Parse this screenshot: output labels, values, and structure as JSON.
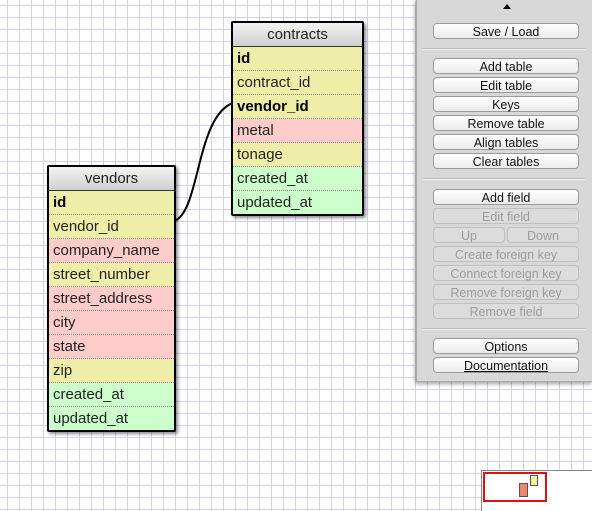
{
  "tables": {
    "contracts": {
      "title": "contracts",
      "fields": [
        {
          "name": "id",
          "key": true,
          "color": "yellow"
        },
        {
          "name": "contract_id",
          "key": false,
          "color": "yellow"
        },
        {
          "name": "vendor_id",
          "key": true,
          "color": "yellow"
        },
        {
          "name": "metal",
          "key": false,
          "color": "pink"
        },
        {
          "name": "tonage",
          "key": false,
          "color": "yellow"
        },
        {
          "name": "created_at",
          "key": false,
          "color": "green"
        },
        {
          "name": "updated_at",
          "key": false,
          "color": "green"
        }
      ]
    },
    "vendors": {
      "title": "vendors",
      "fields": [
        {
          "name": "id",
          "key": true,
          "color": "yellow"
        },
        {
          "name": "vendor_id",
          "key": false,
          "color": "yellow"
        },
        {
          "name": "company_name",
          "key": false,
          "color": "pink"
        },
        {
          "name": "street_number",
          "key": false,
          "color": "yellow"
        },
        {
          "name": "street_address",
          "key": false,
          "color": "pink"
        },
        {
          "name": "city",
          "key": false,
          "color": "pink"
        },
        {
          "name": "state",
          "key": false,
          "color": "pink"
        },
        {
          "name": "zip",
          "key": false,
          "color": "yellow"
        },
        {
          "name": "created_at",
          "key": false,
          "color": "green"
        },
        {
          "name": "updated_at",
          "key": false,
          "color": "green"
        }
      ]
    }
  },
  "panel": {
    "save_load": "Save / Load",
    "add_table": "Add table",
    "edit_table": "Edit table",
    "keys": "Keys",
    "remove_table": "Remove table",
    "align_tables": "Align tables",
    "clear_tables": "Clear tables",
    "add_field": "Add field",
    "edit_field": "Edit field",
    "up": "Up",
    "down": "Down",
    "create_foreign_key": "Create foreign key",
    "connect_foreign_key": "Connect foreign key",
    "remove_foreign_key": "Remove foreign key",
    "remove_field": "Remove field",
    "options": "Options",
    "documentation": "Documentation"
  },
  "colors": {
    "yellow": "#eeeea8",
    "pink": "#ffcccc",
    "green": "#ccffcc",
    "relation_line": "#000000",
    "minimap_viewport": "#e01010"
  }
}
